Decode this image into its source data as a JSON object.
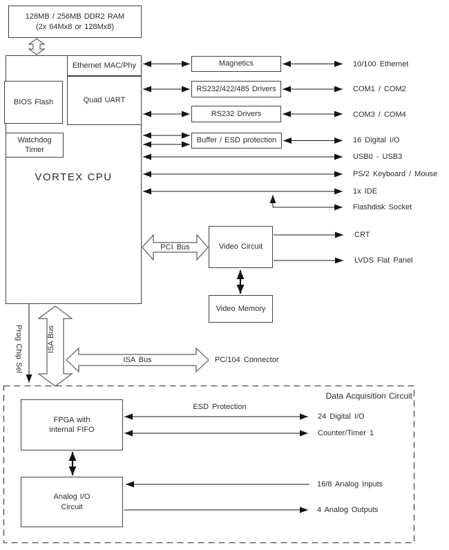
{
  "diagram": {
    "ram": {
      "line1": "128MB / 256MB DDR2 RAM",
      "line2": "(2x 64Mx8 or 128Mx8)"
    },
    "cpu": {
      "label": "VORTEX CPU",
      "ethernet_mac": "Ethernet MAC/Phy",
      "bios_flash": "BIOS Flash",
      "quad_uart": "Quad UART",
      "watchdog_line1": "Watchdog",
      "watchdog_line2": "Timer"
    },
    "middle_boxes": {
      "magnetics": "Magnetics",
      "rs232_422_485": "RS232/422/485 Drivers",
      "rs232": "RS232 Drivers",
      "buffer_esd": "Buffer / ESD protection"
    },
    "right_labels": {
      "ethernet": "10/100 Ethernet",
      "com12": "COM1 / COM2",
      "com34": "COM3 / COM4",
      "digital16": "16 Digital I/O",
      "usb": "USB0 - USB3",
      "ps2": "PS/2 Keyboard / Mouse",
      "ide": "1x IDE",
      "flashdisk": "Flashdisk Socket",
      "crt": "CRT",
      "lvds": "LVDS Flat Panel"
    },
    "video": {
      "circuit": "Video Circuit",
      "memory": "Video Memory"
    },
    "buses": {
      "pci": "PCI Bus",
      "isa_vertical": "ISA Bus",
      "isa_horizontal": "ISA Bus",
      "prog_chip_sel": "Prog Chip Sel",
      "pc104": "PC/104 Connector"
    },
    "daq": {
      "title": "Data Acquisition Circuit",
      "fpga_line1": "FPGA with",
      "fpga_line2": "internal FIFO",
      "analog_line1": "Analog I/O",
      "analog_line2": "Circuit",
      "esd": "ESD Protection",
      "digital24": "24 Digital I/O",
      "counter": "Counter/Timer 1",
      "analog_in": "16/8 Analog Inputs",
      "analog_out": "4 Analog Outputs"
    }
  },
  "colors": {
    "line": "#141414",
    "box_border": "#3f3f3f",
    "hollow_arrow_border": "#5a5a5a",
    "dashed_border": "#4a4a4a",
    "text": "#2b2b2b",
    "background": "#ffffff"
  }
}
